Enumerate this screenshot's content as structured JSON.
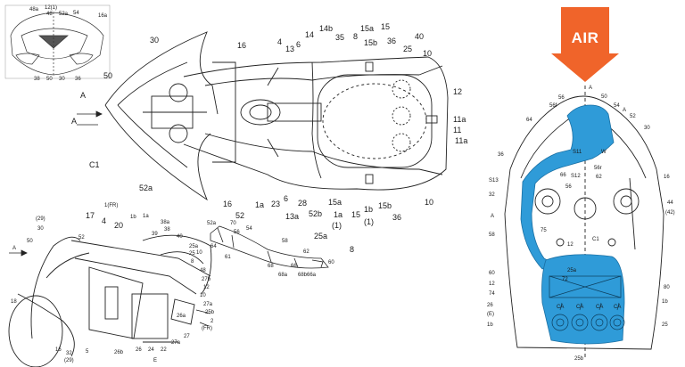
{
  "air_arrow": {
    "label": "AIR",
    "color": "#f0642a"
  },
  "highlight_color": "#2f9bd8",
  "fig_top_left_inset": {
    "labels": [
      "48a",
      "12(1)",
      "48",
      "52a",
      "54",
      "16a",
      "38",
      "50",
      "30",
      "36"
    ]
  },
  "fig_top_view": {
    "labels": [
      "30",
      "16",
      "4",
      "13",
      "6",
      "14",
      "14b",
      "35",
      "8",
      "15a",
      "15",
      "15b",
      "36",
      "25",
      "40",
      "10",
      "12",
      "11a",
      "11",
      "11a",
      "50",
      "A",
      "A",
      "C1",
      "52a",
      "16",
      "52",
      "1a",
      "23",
      "28",
      "52b",
      "25a",
      "6",
      "13a",
      "15a",
      "1a",
      "(1)",
      "15",
      "1b",
      "(1)",
      "15b",
      "36",
      "10",
      "8"
    ]
  },
  "fig_side_view": {
    "labels": [
      "1(FR)",
      "17",
      "4",
      "20",
      "1b",
      "1a",
      "38a",
      "38",
      "39",
      "40",
      "25a",
      "25",
      "8",
      "(29)",
      "30",
      "A",
      "50",
      "52",
      "10",
      "48",
      "27b",
      "12",
      "10",
      "27a",
      "25b",
      "2",
      "(FR)",
      "18",
      "16",
      "5",
      "32",
      "(29)",
      "26b",
      "26",
      "24",
      "22",
      "27a",
      "27",
      "26a",
      "E"
    ]
  },
  "fig_duct_part": {
    "labels": [
      "52a",
      "70",
      "54",
      "56",
      "58",
      "62",
      "64",
      "60",
      "61",
      "68",
      "68a",
      "66",
      "68b",
      "66a"
    ]
  },
  "fig_right_view": {
    "labels": [
      "A",
      "56f",
      "56",
      "50",
      "54",
      "52",
      "30",
      "A",
      "64",
      "S11",
      "W",
      "36",
      "S12",
      "56r",
      "66",
      "56",
      "62",
      "16",
      "S13",
      "32",
      "44",
      "(42)",
      "A",
      "58",
      "75",
      "C1",
      "12",
      "60",
      "25a",
      "72",
      "12",
      "74",
      "80",
      "26",
      "(E)",
      "1b",
      "CA",
      "CA",
      "CA",
      "CA",
      "25",
      "1b",
      "25b"
    ]
  }
}
